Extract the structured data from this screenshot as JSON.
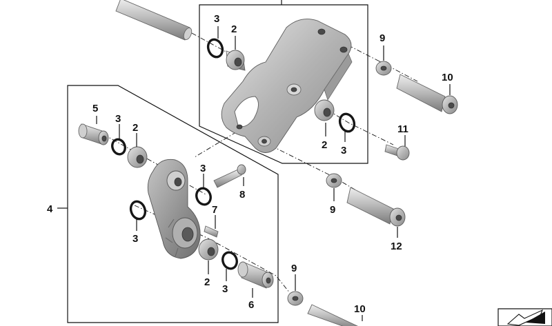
{
  "callouts": {
    "c_3_top": "3",
    "c_2_top": "2",
    "c_9_right": "9",
    "c_10_right": "10",
    "c_11": "11",
    "c_2_mid": "2",
    "c_3_mid": "3",
    "c_5": "5",
    "c_3_left": "3",
    "c_2_left": "2",
    "c_3_pin": "3",
    "c_8": "8",
    "c_9_mid": "9",
    "c_12": "12",
    "c_4": "4",
    "c_7": "7",
    "c_3_lower": "3",
    "c_2_bottom": "2",
    "c_3_bottom": "3",
    "c_6": "6",
    "c_9_bottom": "9",
    "c_10_bottom": "10"
  },
  "icons": {
    "corner_badge": "direction-arrow-icon"
  }
}
